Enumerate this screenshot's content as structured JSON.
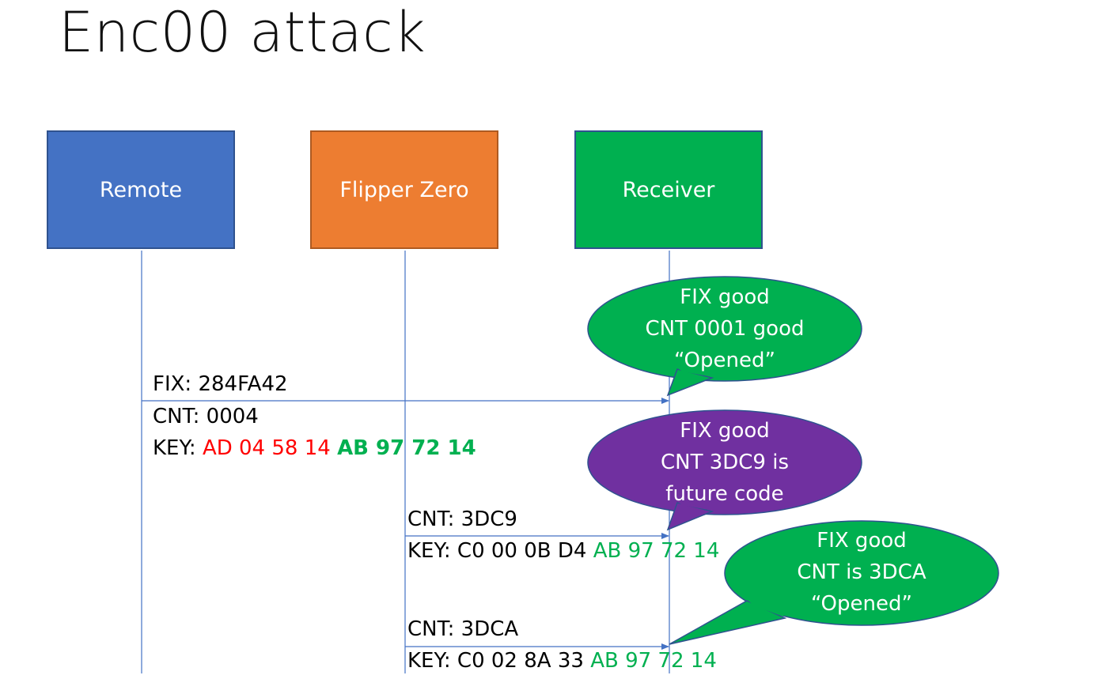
{
  "title": "Enc00 attack",
  "participants": {
    "remote": "Remote",
    "flipper": "Flipper Zero",
    "receiver": "Receiver"
  },
  "message1": {
    "fix": "FIX: 284FA42",
    "cnt": "CNT: 0004",
    "key_prefix": "KEY: ",
    "key_red": "AD 04 58 14",
    "key_green": "AB 97 72 14"
  },
  "message2": {
    "cnt": "CNT: 3DC9",
    "key_prefix": "KEY: C0 00 0B D4 ",
    "key_green": "AB 97 72 14"
  },
  "message3": {
    "cnt": "CNT: 3DCA",
    "key_prefix": "KEY: C0 02 8A 33 ",
    "key_green": "AB 97 72 14"
  },
  "bubbles": {
    "b1": {
      "line1": "FIX good",
      "line2": "CNT 0001 good",
      "line3": "“Opened”",
      "color": "#00b050"
    },
    "b2": {
      "line1": "FIX good",
      "line2": "CNT 3DC9 is",
      "line3": "future code",
      "color": "#7030a0"
    },
    "b3": {
      "line1": "FIX good",
      "line2": "CNT is 3DCA",
      "line3": "“Opened”",
      "color": "#00b050"
    }
  },
  "colors": {
    "remote": "#4472c4",
    "flipper": "#ed7d31",
    "receiver": "#00b050",
    "lifeline": "#4472c4",
    "key_red": "#ff0000",
    "key_green": "#00b050"
  }
}
